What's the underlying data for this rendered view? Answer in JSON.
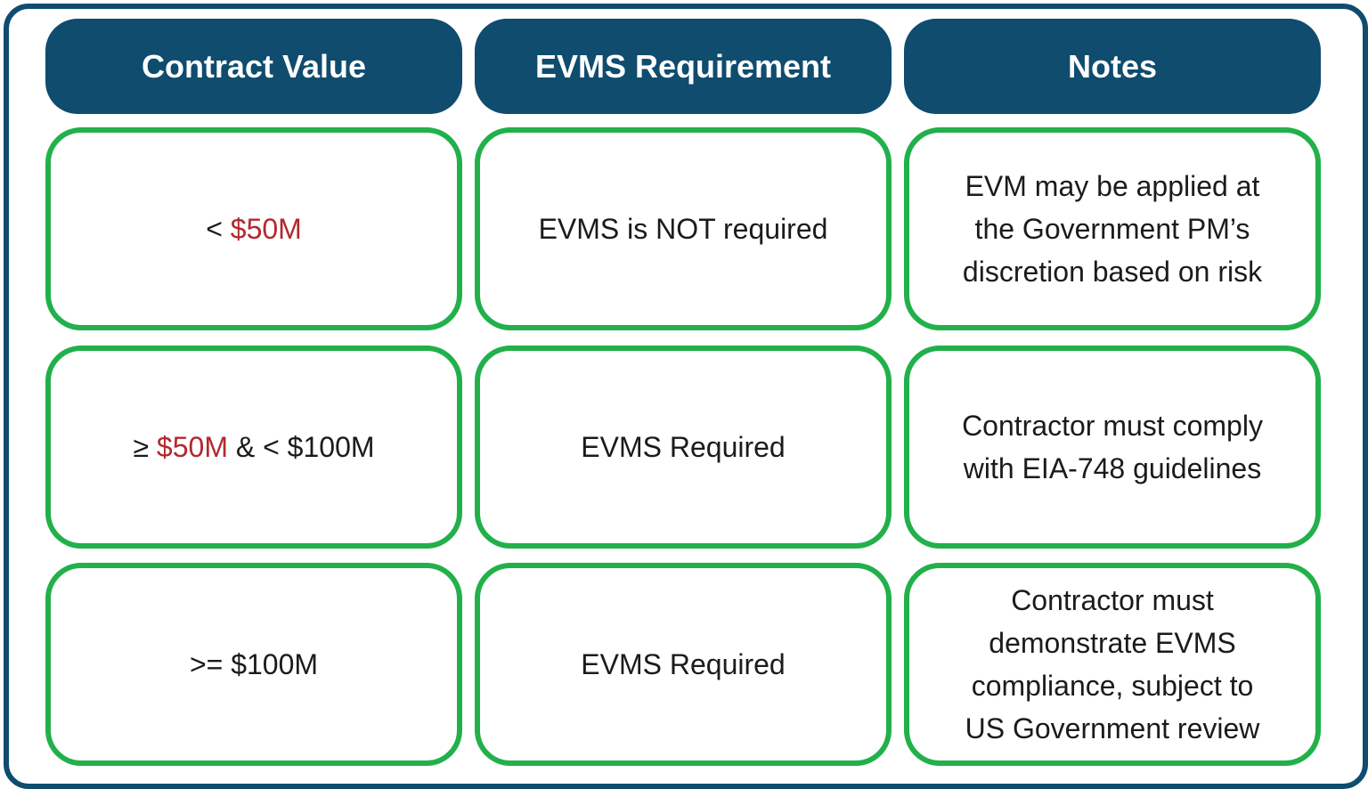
{
  "headers": [
    "Contract Value",
    "EVMS Requirement",
    "Notes"
  ],
  "rows": [
    {
      "value": {
        "prefix": "<",
        "highlight": "$50M",
        "suffix": ""
      },
      "requirement": "EVMS is NOT required",
      "notes": [
        "EVM may be applied at",
        "the Government PM’s",
        "discretion based on risk"
      ]
    },
    {
      "value": {
        "prefix": "≥",
        "highlight": "$50M",
        "suffix": "& < $100M"
      },
      "requirement": "EVMS Required",
      "notes": [
        "Contractor must comply",
        "with EIA-748 guidelines"
      ]
    },
    {
      "value": {
        "prefix": ">= $100M",
        "highlight": "",
        "suffix": ""
      },
      "requirement": "EVMS Required",
      "notes": [
        "Contractor must",
        "demonstrate EVMS",
        "compliance, subject to",
        "US Government review"
      ]
    }
  ],
  "colors": {
    "header_bg": "#0f4c6e",
    "cell_border": "#22b04b",
    "highlight_text": "#b3282d"
  }
}
